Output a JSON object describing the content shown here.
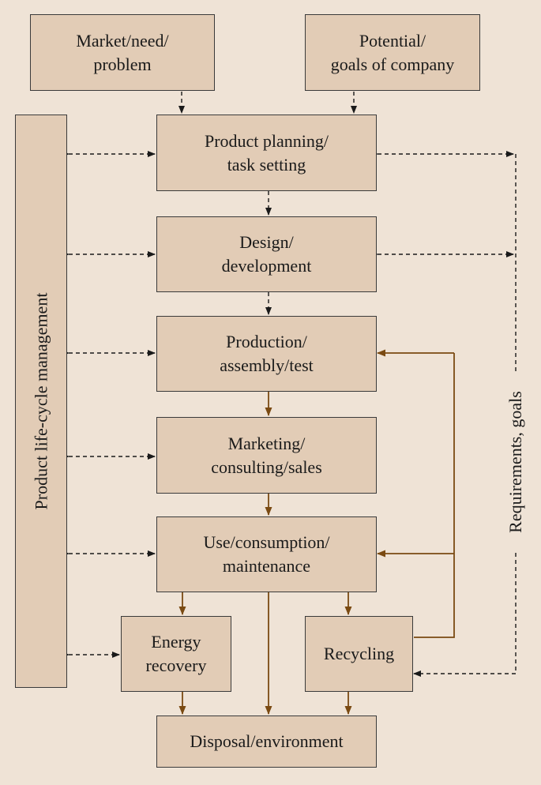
{
  "boxes": {
    "market": {
      "line1": "Market/need/",
      "line2": "problem"
    },
    "potential": {
      "line1": "Potential/",
      "line2": "goals of company"
    },
    "planning": {
      "line1": "Product planning/",
      "line2": "task setting"
    },
    "design": {
      "line1": "Design/",
      "line2": "development"
    },
    "production": {
      "line1": "Production/",
      "line2": "assembly/test"
    },
    "marketing": {
      "line1": "Marketing/",
      "line2": "consulting/sales"
    },
    "use": {
      "line1": "Use/consumption/",
      "line2": "maintenance"
    },
    "energy": {
      "line1": "Energy",
      "line2": "recovery"
    },
    "recycling": {
      "line1": "Recycling"
    },
    "disposal": {
      "line1": "Disposal/environment"
    }
  },
  "side_labels": {
    "plm": "Product life-cycle management",
    "requirements": "Requirements, goals"
  },
  "colors": {
    "background": "#efe3d6",
    "box_fill": "#e2ccb6",
    "dashed_arrow": "#1a1a1a",
    "material_flow": "#7a4a12"
  }
}
